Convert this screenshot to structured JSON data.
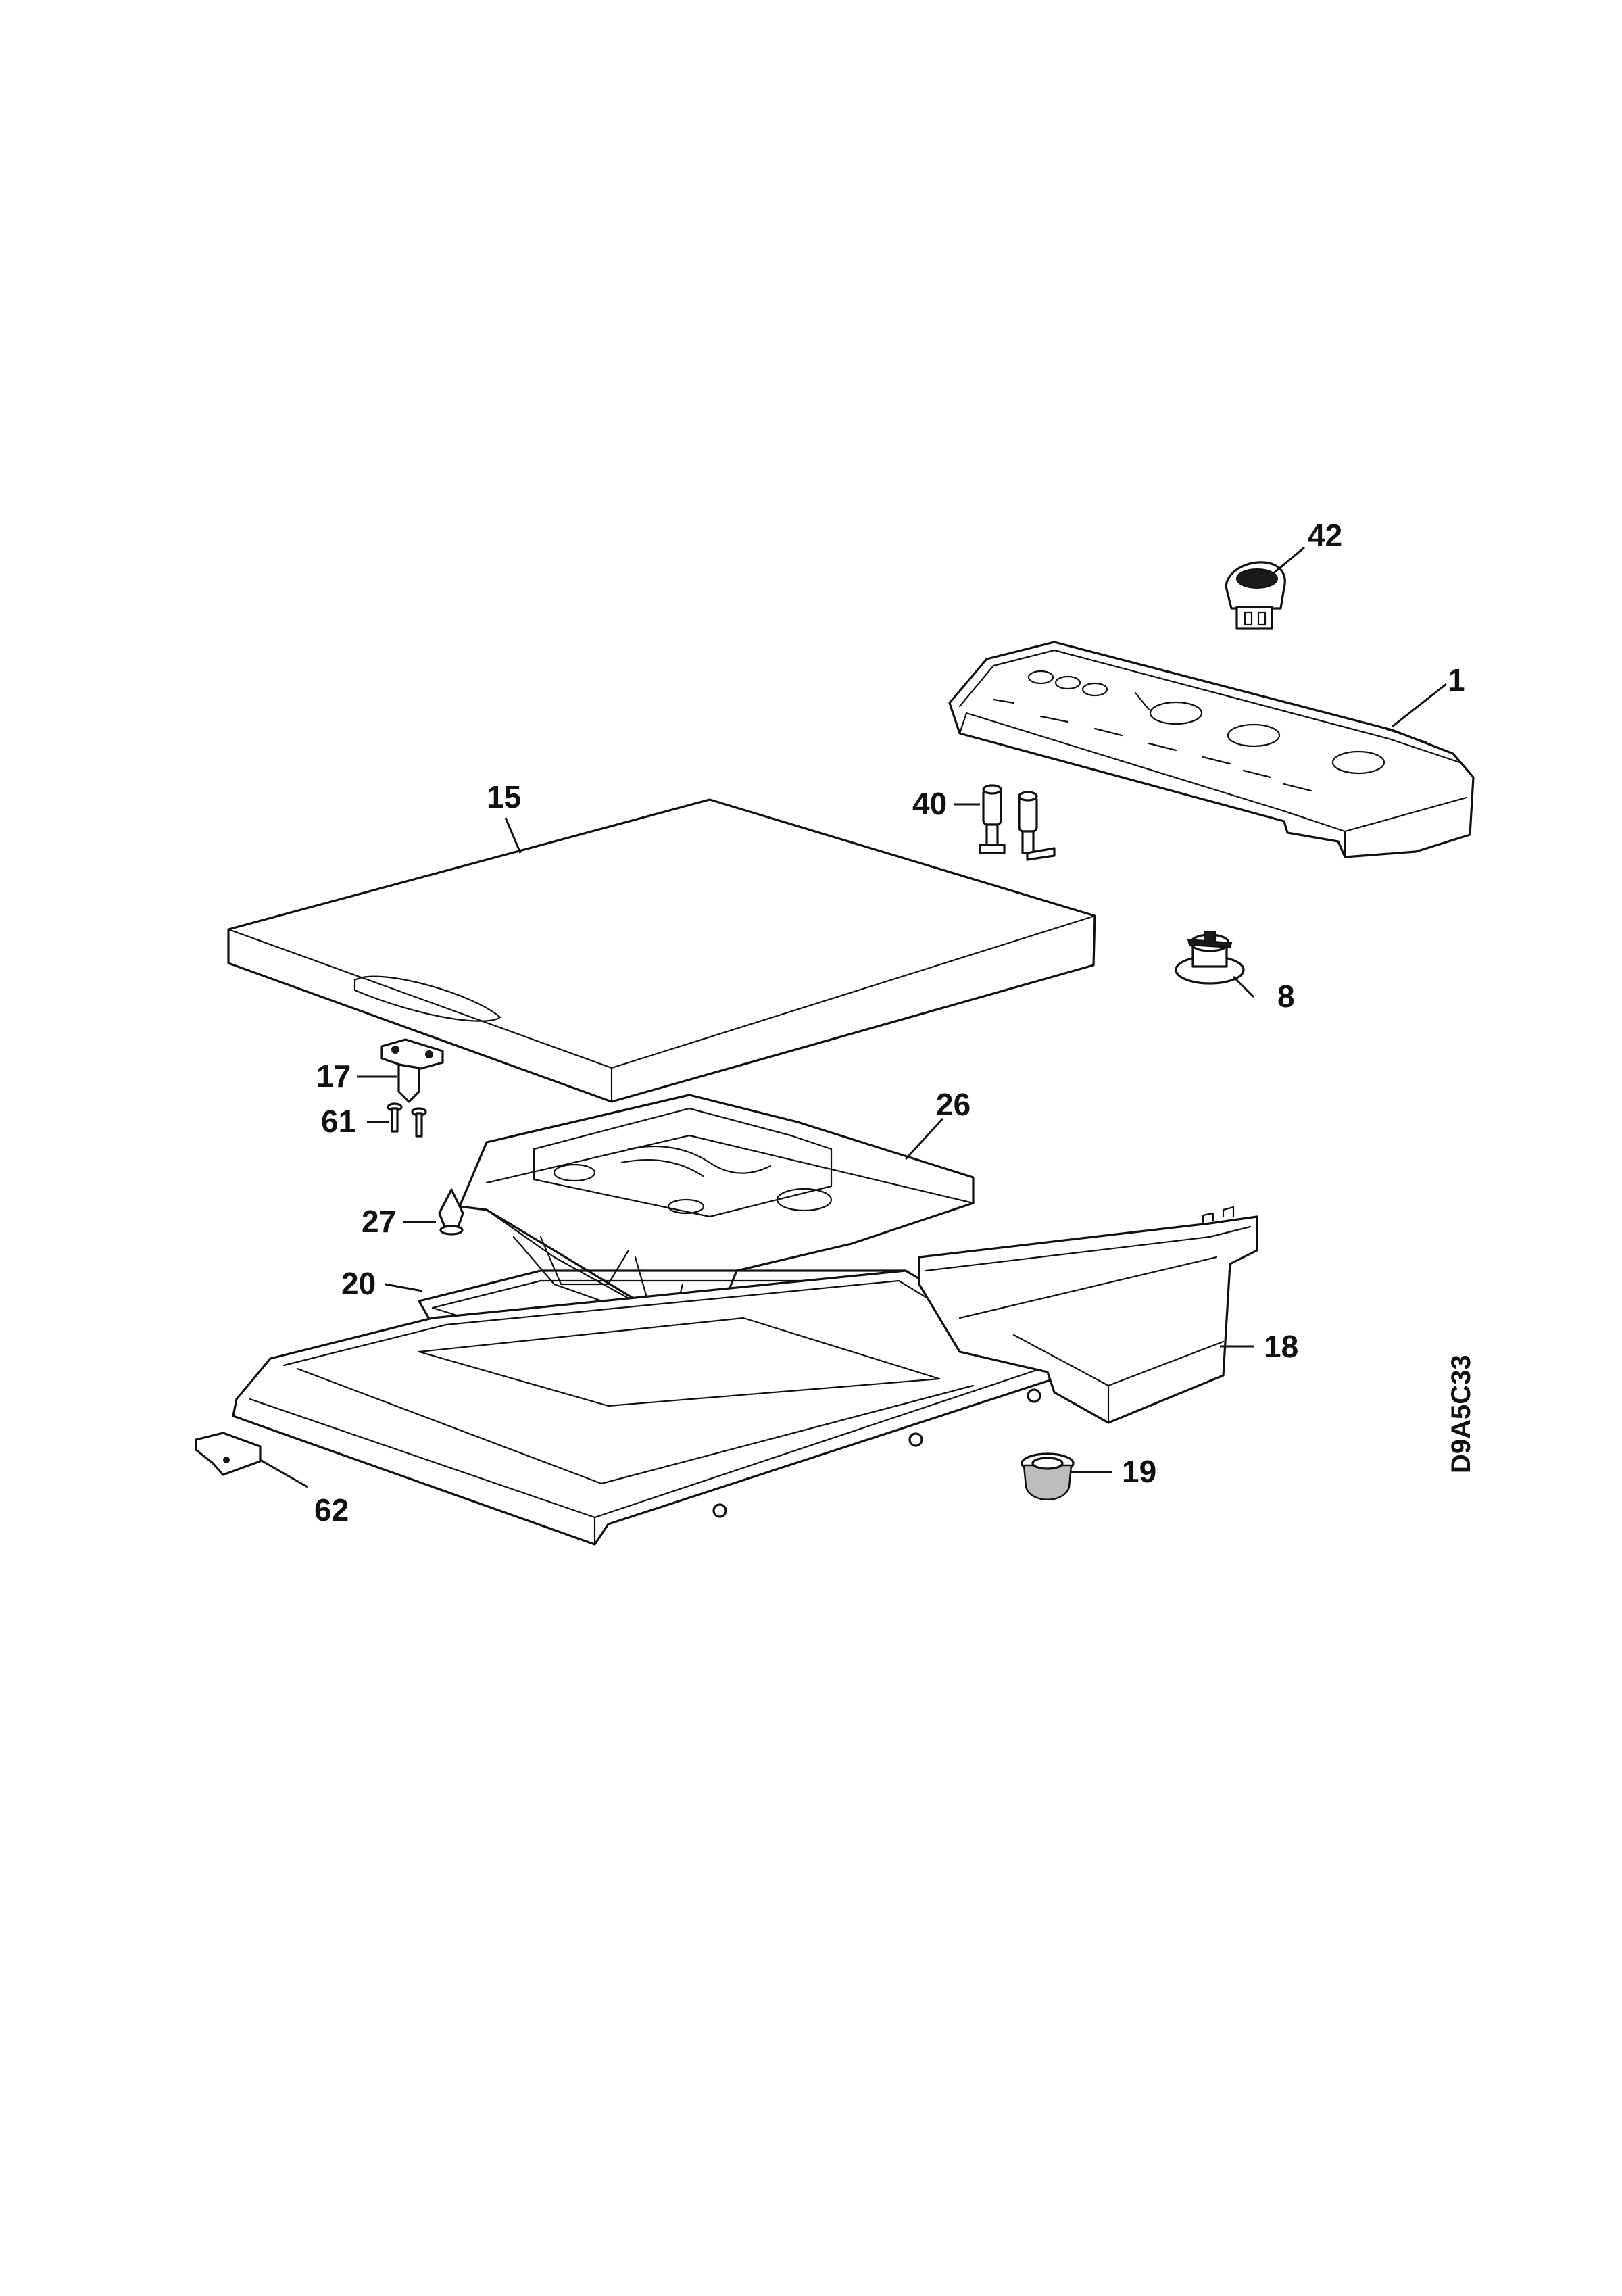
{
  "diagram": {
    "drawing_code": "D9A5C33",
    "callouts": [
      {
        "id": "42",
        "part": "knob"
      },
      {
        "id": "1",
        "part": "control-panel"
      },
      {
        "id": "40",
        "part": "push-buttons"
      },
      {
        "id": "15",
        "part": "top-cover"
      },
      {
        "id": "8",
        "part": "selector-switch"
      },
      {
        "id": "17",
        "part": "hinge-bracket"
      },
      {
        "id": "61",
        "part": "screws"
      },
      {
        "id": "26",
        "part": "detergent-dispenser"
      },
      {
        "id": "27",
        "part": "clip"
      },
      {
        "id": "20",
        "part": "gasket"
      },
      {
        "id": "18",
        "part": "support-bracket"
      },
      {
        "id": "19",
        "part": "foot"
      },
      {
        "id": "62",
        "part": "small-bracket"
      }
    ]
  }
}
